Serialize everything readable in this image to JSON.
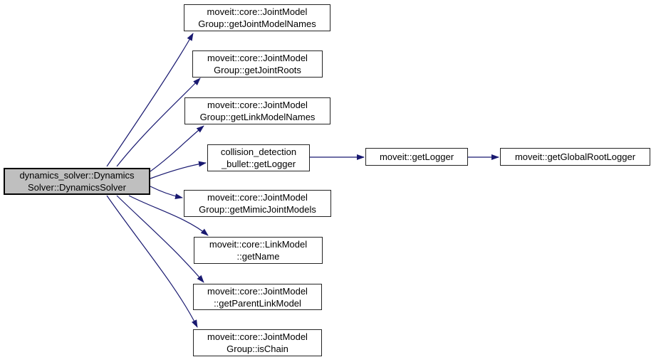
{
  "diagram": {
    "kind": "doxygen-call-graph",
    "background_color": "#ffffff",
    "edge_color": "#191970",
    "node_fill": "#ffffff",
    "node_border_color": "#242424",
    "main_node_fill": "#bfbfbf",
    "main_node_border_color": "#000000",
    "text_color": "#000000"
  },
  "nodes": [
    {
      "id": "main",
      "label": "dynamics_solver::Dynamics\nSolver::DynamicsSolver",
      "type": "current"
    },
    {
      "id": "getJointModelNames",
      "label": "moveit::core::JointModel\nGroup::getJointModelNames",
      "type": "callee"
    },
    {
      "id": "getJointRoots",
      "label": "moveit::core::JointModel\nGroup::getJointRoots",
      "type": "callee"
    },
    {
      "id": "getLinkModelNames",
      "label": "moveit::core::JointModel\nGroup::getLinkModelNames",
      "type": "callee"
    },
    {
      "id": "bulletGetLogger",
      "label": "collision_detection\n_bullet::getLogger",
      "type": "callee"
    },
    {
      "id": "getMimicJointModels",
      "label": "moveit::core::JointModel\nGroup::getMimicJointModels",
      "type": "callee"
    },
    {
      "id": "linkGetName",
      "label": "moveit::core::LinkModel\n::getName",
      "type": "callee"
    },
    {
      "id": "getParentLinkModel",
      "label": "moveit::core::JointModel\n::getParentLinkModel",
      "type": "callee"
    },
    {
      "id": "isChain",
      "label": "moveit::core::JointModel\nGroup::isChain",
      "type": "callee"
    },
    {
      "id": "moveitGetLogger",
      "label": "moveit::getLogger",
      "type": "callee"
    },
    {
      "id": "getGlobalRootLogger",
      "label": "moveit::getGlobalRootLogger",
      "type": "callee"
    }
  ],
  "edges": [
    {
      "from": "main",
      "to": "getJointModelNames"
    },
    {
      "from": "main",
      "to": "getJointRoots"
    },
    {
      "from": "main",
      "to": "getLinkModelNames"
    },
    {
      "from": "main",
      "to": "bulletGetLogger"
    },
    {
      "from": "main",
      "to": "getMimicJointModels"
    },
    {
      "from": "main",
      "to": "linkGetName"
    },
    {
      "from": "main",
      "to": "getParentLinkModel"
    },
    {
      "from": "main",
      "to": "isChain"
    },
    {
      "from": "bulletGetLogger",
      "to": "moveitGetLogger"
    },
    {
      "from": "moveitGetLogger",
      "to": "getGlobalRootLogger"
    }
  ]
}
